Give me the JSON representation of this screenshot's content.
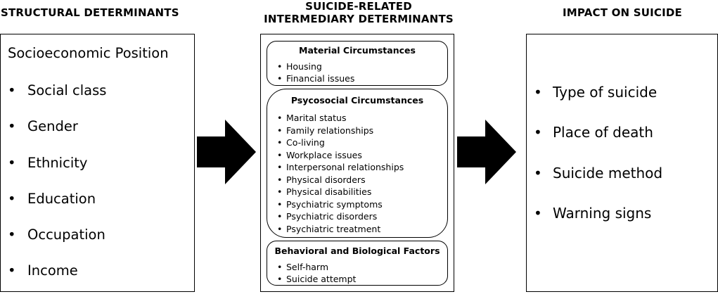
{
  "structural": {
    "heading": "STRUCTURAL DETERMINANTS",
    "subheading": "Socioeconomic Position",
    "items": [
      "Social class",
      "Gender",
      "Ethnicity",
      "Education",
      "Occupation",
      "Income"
    ]
  },
  "intermediary": {
    "heading_line1": "SUICIDE-RELATED",
    "heading_line2": "INTERMEDIARY DETERMINANTS",
    "material": {
      "title": "Material Circumstances",
      "items": [
        "Housing",
        "Financial issues"
      ]
    },
    "psychosocial": {
      "title": "Psycosocial Circumstances",
      "items": [
        "Marital status",
        "Family relationships",
        "Co-living",
        "Workplace issues",
        "Interpersonal relationships",
        "Physical disorders",
        "Physical disabilities",
        "Psychiatric symptoms",
        "Psychiatric disorders",
        "Psychiatric treatment"
      ]
    },
    "behavioral": {
      "title": "Behavioral and Biological Factors",
      "items": [
        "Self-harm",
        "Suicide attempt"
      ]
    }
  },
  "impact": {
    "heading": "IMPACT ON SUICIDE",
    "items": [
      "Type of suicide",
      "Place of death",
      "Suicide method",
      "Warning signs"
    ]
  },
  "colors": {
    "ink": "#000000",
    "background": "#ffffff"
  }
}
